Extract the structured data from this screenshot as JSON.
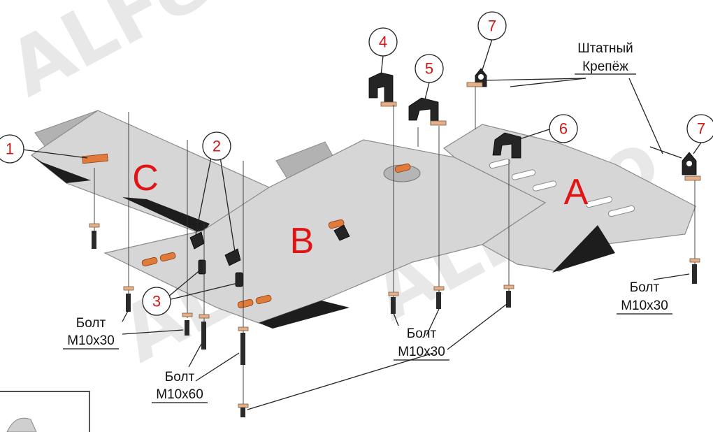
{
  "watermark": "ALFeco",
  "sections": [
    {
      "id": "C",
      "letter": "C"
    },
    {
      "id": "B",
      "letter": "B"
    },
    {
      "id": "A",
      "letter": "A"
    }
  ],
  "callouts": [
    "1",
    "2",
    "3",
    "4",
    "5",
    "6",
    "7",
    "7"
  ],
  "labels": {
    "bolt_left_1": "Болт",
    "bolt_left_2": "M10x30",
    "bolt_m60_1": "Болт",
    "bolt_m60_2": "M10x60",
    "bolt_mid_1": "Болт",
    "bolt_mid_2": "M10x30",
    "bolt_right_1": "Болт",
    "bolt_right_2": "M10x30",
    "stock_1": "Штатный",
    "stock_2": "Крепёж"
  },
  "colors": {
    "plate": "#c9c9c9",
    "pad": "#e07b3c",
    "callout_number": "#d01818",
    "section_letter": "#e01414"
  }
}
